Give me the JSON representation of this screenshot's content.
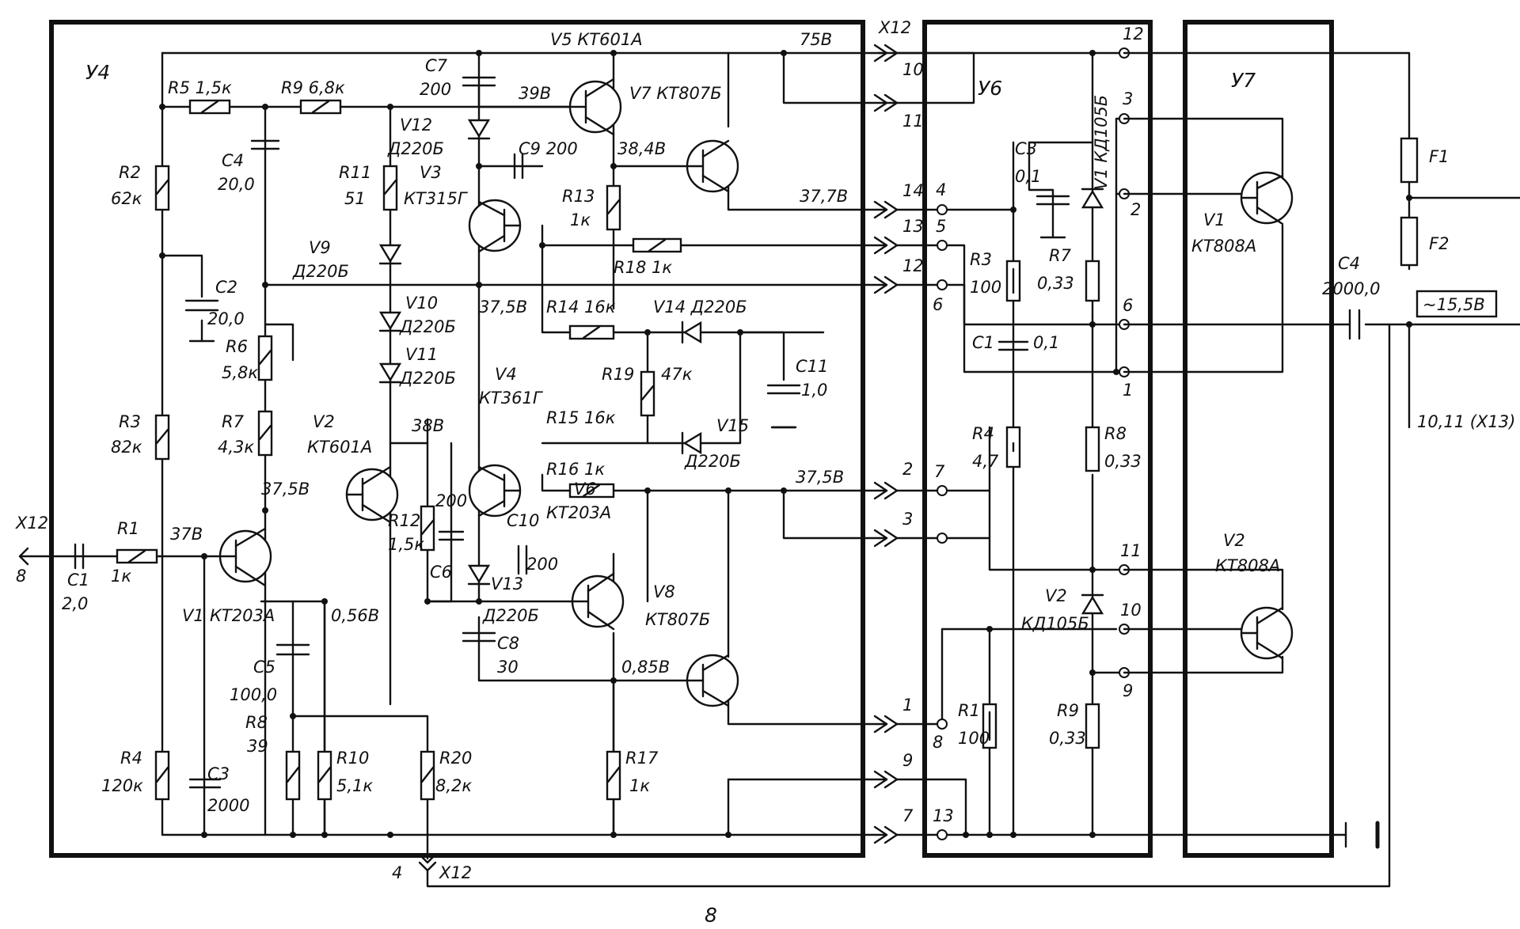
{
  "blocks": [
    {
      "id": "u4",
      "label": "У4"
    },
    {
      "id": "u6",
      "label": "У6"
    },
    {
      "id": "u7",
      "label": "У7"
    }
  ],
  "labels": [
    {
      "id": "r5",
      "text": "R5 1,5к"
    },
    {
      "id": "r9",
      "text": "R9 6,8к"
    },
    {
      "id": "c7",
      "text": "C7"
    },
    {
      "id": "c7v",
      "text": "200"
    },
    {
      "id": "v5",
      "text": "V5 КТ601А"
    },
    {
      "id": "v75",
      "text": "75В"
    },
    {
      "id": "x12t",
      "text": "X12"
    },
    {
      "id": "n398",
      "text": "39В"
    },
    {
      "id": "v7",
      "text": "V7 КТ807Б"
    },
    {
      "id": "r2",
      "text": "R2"
    },
    {
      "id": "r2v",
      "text": "62к"
    },
    {
      "id": "c4",
      "text": "C4"
    },
    {
      "id": "c4v",
      "text": "20,0"
    },
    {
      "id": "v12",
      "text": "V12"
    },
    {
      "id": "v12t",
      "text": "Д220Б"
    },
    {
      "id": "c9",
      "text": "C9 200"
    },
    {
      "id": "n384",
      "text": "38,4В"
    },
    {
      "id": "r11",
      "text": "R11"
    },
    {
      "id": "r11v",
      "text": "51"
    },
    {
      "id": "v3",
      "text": "V3"
    },
    {
      "id": "v3t",
      "text": "КТ315Г"
    },
    {
      "id": "r13",
      "text": "R13"
    },
    {
      "id": "r13v",
      "text": "1к"
    },
    {
      "id": "n377",
      "text": "37,7В"
    },
    {
      "id": "r18",
      "text": "R18 1к"
    },
    {
      "id": "v9",
      "text": "V9"
    },
    {
      "id": "v9t",
      "text": "Д220Б"
    },
    {
      "id": "c2",
      "text": "C2"
    },
    {
      "id": "c2v",
      "text": "20,0"
    },
    {
      "id": "n375a",
      "text": "37,5В"
    },
    {
      "id": "r14",
      "text": "R14 16к"
    },
    {
      "id": "v14",
      "text": "V14 Д220Б"
    },
    {
      "id": "v10",
      "text": "V10"
    },
    {
      "id": "v10t",
      "text": "Д220Б"
    },
    {
      "id": "r6",
      "text": "R6"
    },
    {
      "id": "r6v",
      "text": "5,8к"
    },
    {
      "id": "v11",
      "text": "V11"
    },
    {
      "id": "v11t",
      "text": "Д220Б"
    },
    {
      "id": "v4",
      "text": "V4"
    },
    {
      "id": "v4t",
      "text": "КТ361Г"
    },
    {
      "id": "r19",
      "text": "R19"
    },
    {
      "id": "r19v",
      "text": "47к"
    },
    {
      "id": "c11",
      "text": "C11"
    },
    {
      "id": "c11v",
      "text": "1,0"
    },
    {
      "id": "r3",
      "text": "R3"
    },
    {
      "id": "r3v",
      "text": "82к"
    },
    {
      "id": "r7",
      "text": "R7"
    },
    {
      "id": "r7v",
      "text": "4,3к"
    },
    {
      "id": "v2",
      "text": "V2"
    },
    {
      "id": "v2t",
      "text": "КТ601А"
    },
    {
      "id": "n38",
      "text": "38В"
    },
    {
      "id": "r15",
      "text": "R15 16к"
    },
    {
      "id": "v15",
      "text": "V15"
    },
    {
      "id": "v15t",
      "text": "Д220Б"
    },
    {
      "id": "r16",
      "text": "R16 1к"
    },
    {
      "id": "v6",
      "text": "V6"
    },
    {
      "id": "v6t",
      "text": "КТ203А"
    },
    {
      "id": "n375b",
      "text": "37,5В"
    },
    {
      "id": "n375c",
      "text": "37,5В"
    },
    {
      "id": "r12",
      "text": "R12"
    },
    {
      "id": "r12v",
      "text": "1,5к"
    },
    {
      "id": "c6",
      "text": "C6"
    },
    {
      "id": "c6v",
      "text": "200"
    },
    {
      "id": "c10",
      "text": "C10"
    },
    {
      "id": "c10v",
      "text": "200"
    },
    {
      "id": "x12l",
      "text": "X12"
    },
    {
      "id": "x12l8",
      "text": "8"
    },
    {
      "id": "r1",
      "text": "R1"
    },
    {
      "id": "r1v",
      "text": "1к"
    },
    {
      "id": "n37",
      "text": "37В"
    },
    {
      "id": "c1",
      "text": "C1"
    },
    {
      "id": "c1v",
      "text": "2,0"
    },
    {
      "id": "v13",
      "text": "V13"
    },
    {
      "id": "v13t",
      "text": "Д220Б"
    },
    {
      "id": "v8",
      "text": "V8"
    },
    {
      "id": "v8t",
      "text": "КТ807Б"
    },
    {
      "id": "v1",
      "text": "V1"
    },
    {
      "id": "v1t",
      "text": "КТ203А"
    },
    {
      "id": "n056",
      "text": "0,56В"
    },
    {
      "id": "c8",
      "text": "C8"
    },
    {
      "id": "c8v",
      "text": "30"
    },
    {
      "id": "c5",
      "text": "C5"
    },
    {
      "id": "c5v",
      "text": "100,0"
    },
    {
      "id": "n085",
      "text": "0,85В"
    },
    {
      "id": "r8",
      "text": "R8"
    },
    {
      "id": "r8v",
      "text": "39"
    },
    {
      "id": "r4",
      "text": "R4"
    },
    {
      "id": "r4v",
      "text": "120к"
    },
    {
      "id": "c3",
      "text": "C3"
    },
    {
      "id": "c3v",
      "text": "2000"
    },
    {
      "id": "r10",
      "text": "R10"
    },
    {
      "id": "r10v",
      "text": "5,1к"
    },
    {
      "id": "r20",
      "text": "R20"
    },
    {
      "id": "r20v",
      "text": "8,2к"
    },
    {
      "id": "r17",
      "text": "R17"
    },
    {
      "id": "r17v",
      "text": "1к"
    },
    {
      "id": "x12b4",
      "text": "4"
    },
    {
      "id": "x12b",
      "text": "X12"
    },
    {
      "id": "n8",
      "text": "8"
    },
    {
      "id": "u6c3",
      "text": "C3"
    },
    {
      "id": "u6c3v",
      "text": "0,1"
    },
    {
      "id": "u6v1",
      "text": "V1 КД105Б"
    },
    {
      "id": "u6r7",
      "text": "R7"
    },
    {
      "id": "u6r7v",
      "text": "0,33"
    },
    {
      "id": "u6r3",
      "text": "R3"
    },
    {
      "id": "u6r3v",
      "text": "100"
    },
    {
      "id": "u6c1",
      "text": "C1"
    },
    {
      "id": "u6c1v",
      "text": "0,1"
    },
    {
      "id": "u6r4",
      "text": "R4"
    },
    {
      "id": "u6r4v",
      "text": "4,7"
    },
    {
      "id": "u6r8",
      "text": "R8"
    },
    {
      "id": "u6r8v",
      "text": "0,33"
    },
    {
      "id": "u6v2",
      "text": "V2"
    },
    {
      "id": "u6v2t",
      "text": "КД105Б"
    },
    {
      "id": "u6r1",
      "text": "R1"
    },
    {
      "id": "u6r1v",
      "text": "100"
    },
    {
      "id": "u6r9",
      "text": "R9"
    },
    {
      "id": "u6r9v",
      "text": "0,33"
    },
    {
      "id": "u7v1",
      "text": "V1"
    },
    {
      "id": "u7v1t",
      "text": "КТ808А"
    },
    {
      "id": "u7v2",
      "text": "V2"
    },
    {
      "id": "u7v2t",
      "text": "КТ808А"
    },
    {
      "id": "f1",
      "text": "F1"
    },
    {
      "id": "f2",
      "text": "F2"
    },
    {
      "id": "c4r",
      "text": "C4"
    },
    {
      "id": "c4rv",
      "text": "2000,0"
    },
    {
      "id": "ac",
      "text": "~15,5В"
    },
    {
      "id": "x13",
      "text": "10,11 (X13)"
    }
  ],
  "connector_x12_pins": [
    "10",
    "11",
    "14",
    "13",
    "12",
    "2",
    "3",
    "1",
    "9",
    "7"
  ],
  "u6_left_pins": [
    "4",
    "5",
    "6",
    "7",
    "8",
    "13"
  ],
  "u6_right_pins": [
    "12",
    "3",
    "2",
    "6",
    "1",
    "11",
    "10",
    "9"
  ]
}
